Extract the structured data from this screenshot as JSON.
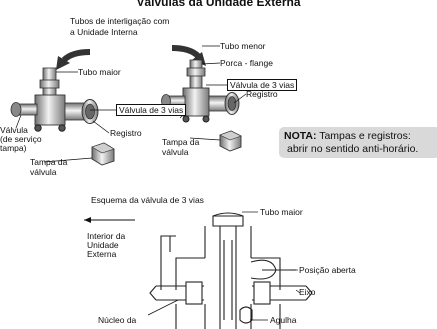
{
  "title": "Válvulas da Unidade Externa",
  "top_labels": {
    "tubos_line1": "Tubos de interligação com",
    "tubos_line2": "a Unidade Interna",
    "tubo_maior_left": "Tubo maior",
    "tubo_menor": "Tubo menor",
    "porca_flange": "Porca - flange",
    "valvula_3_vias_left": "Válvula de 3 vias",
    "valvula_3_vias_right": "Válvula de 3 vias",
    "registro_left": "Registro",
    "registro_right": "Registro",
    "valvula_servico_line1": "Válvula",
    "valvula_servico_line2": "(de serviço",
    "valvula_servico_line3": "tampa)",
    "tampa_left_line1": "Tampa da",
    "tampa_left_line2": "válvula",
    "tampa_right_line1": "Tampa da",
    "tampa_right_line2": "válvula"
  },
  "note": {
    "bold": "NOTA:",
    "line1_rest": " Tampas e registros:",
    "line2": "abrir no sentido anti-horário."
  },
  "schema": {
    "title": "Esquema da válvula de 3 vias",
    "interior_line1": "Interior da",
    "interior_line2": "Unidade",
    "interior_line3": "Externa",
    "tubo_maior": "Tubo maior",
    "posicao_aberta": "Posição aberta",
    "eixo": "Eixo",
    "nucleo": "Núcleo da",
    "agulha": "Agulha"
  }
}
